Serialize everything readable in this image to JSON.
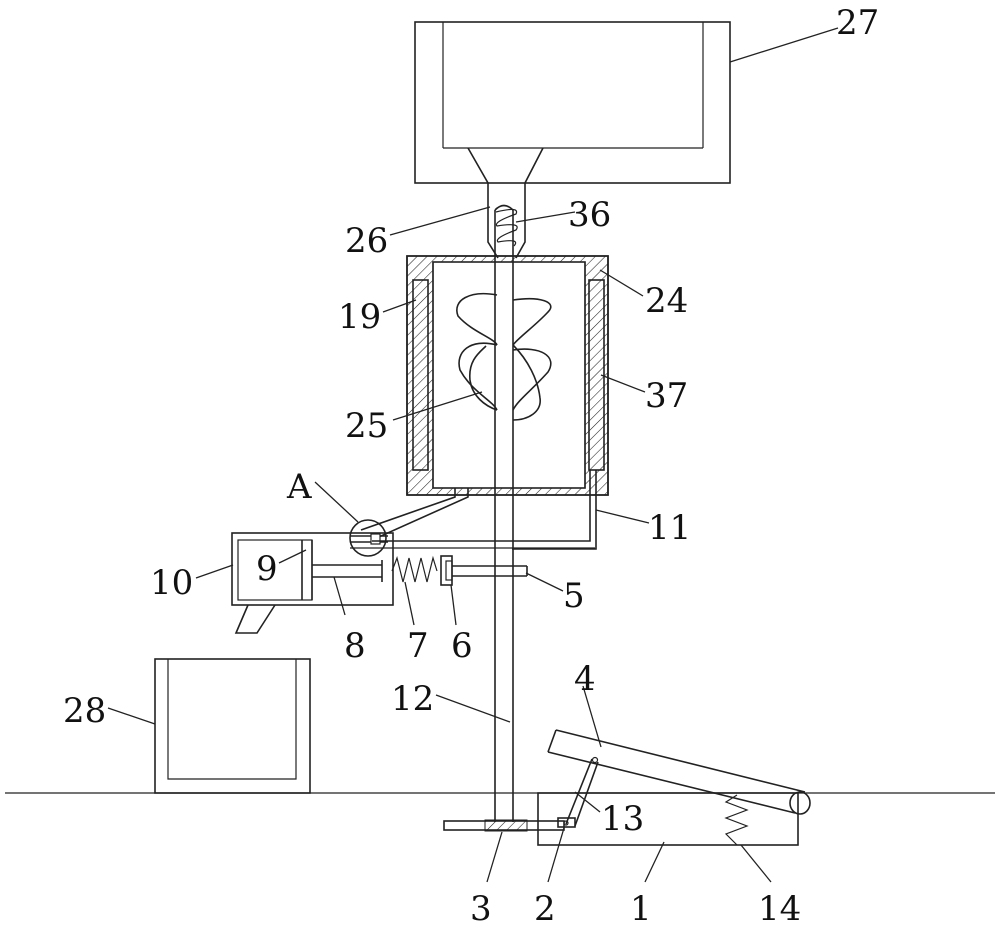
{
  "diagram": {
    "labels": {
      "l27": "27",
      "l36": "36",
      "l26": "26",
      "l24": "24",
      "l19": "19",
      "l37": "37",
      "l25": "25",
      "lA": "A",
      "l11": "11",
      "l10": "10",
      "l9": "9",
      "l5": "5",
      "l8": "8",
      "l7": "7",
      "l6": "6",
      "l28": "28",
      "l12": "12",
      "l4": "4",
      "l13": "13",
      "l3": "3",
      "l2": "2",
      "l1": "1",
      "l14": "14"
    }
  }
}
